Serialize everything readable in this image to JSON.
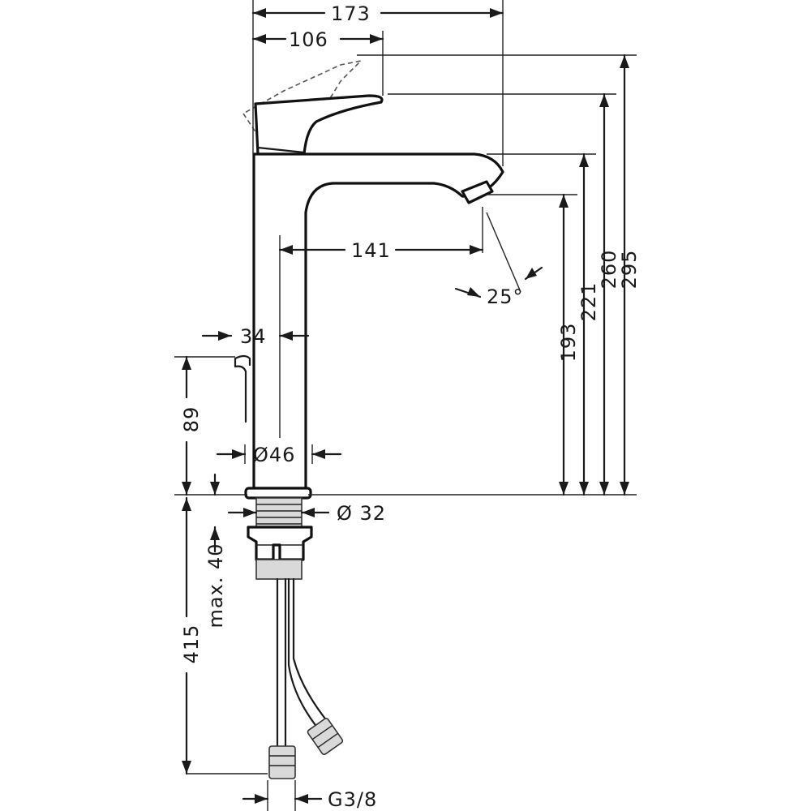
{
  "dimensions": {
    "overall_width": "173",
    "handle_width": "106",
    "spout_reach": "141",
    "lever_offset": "34",
    "height_295": "295",
    "height_260": "260",
    "height_221": "221",
    "height_193": "193",
    "spout_angle": "25°",
    "body_diameter": "Ø46",
    "shank_diameter": "Ø 32",
    "popup_height": "89",
    "max_thickness": "max. 40",
    "hose_length": "415",
    "connection": "G3/8"
  }
}
